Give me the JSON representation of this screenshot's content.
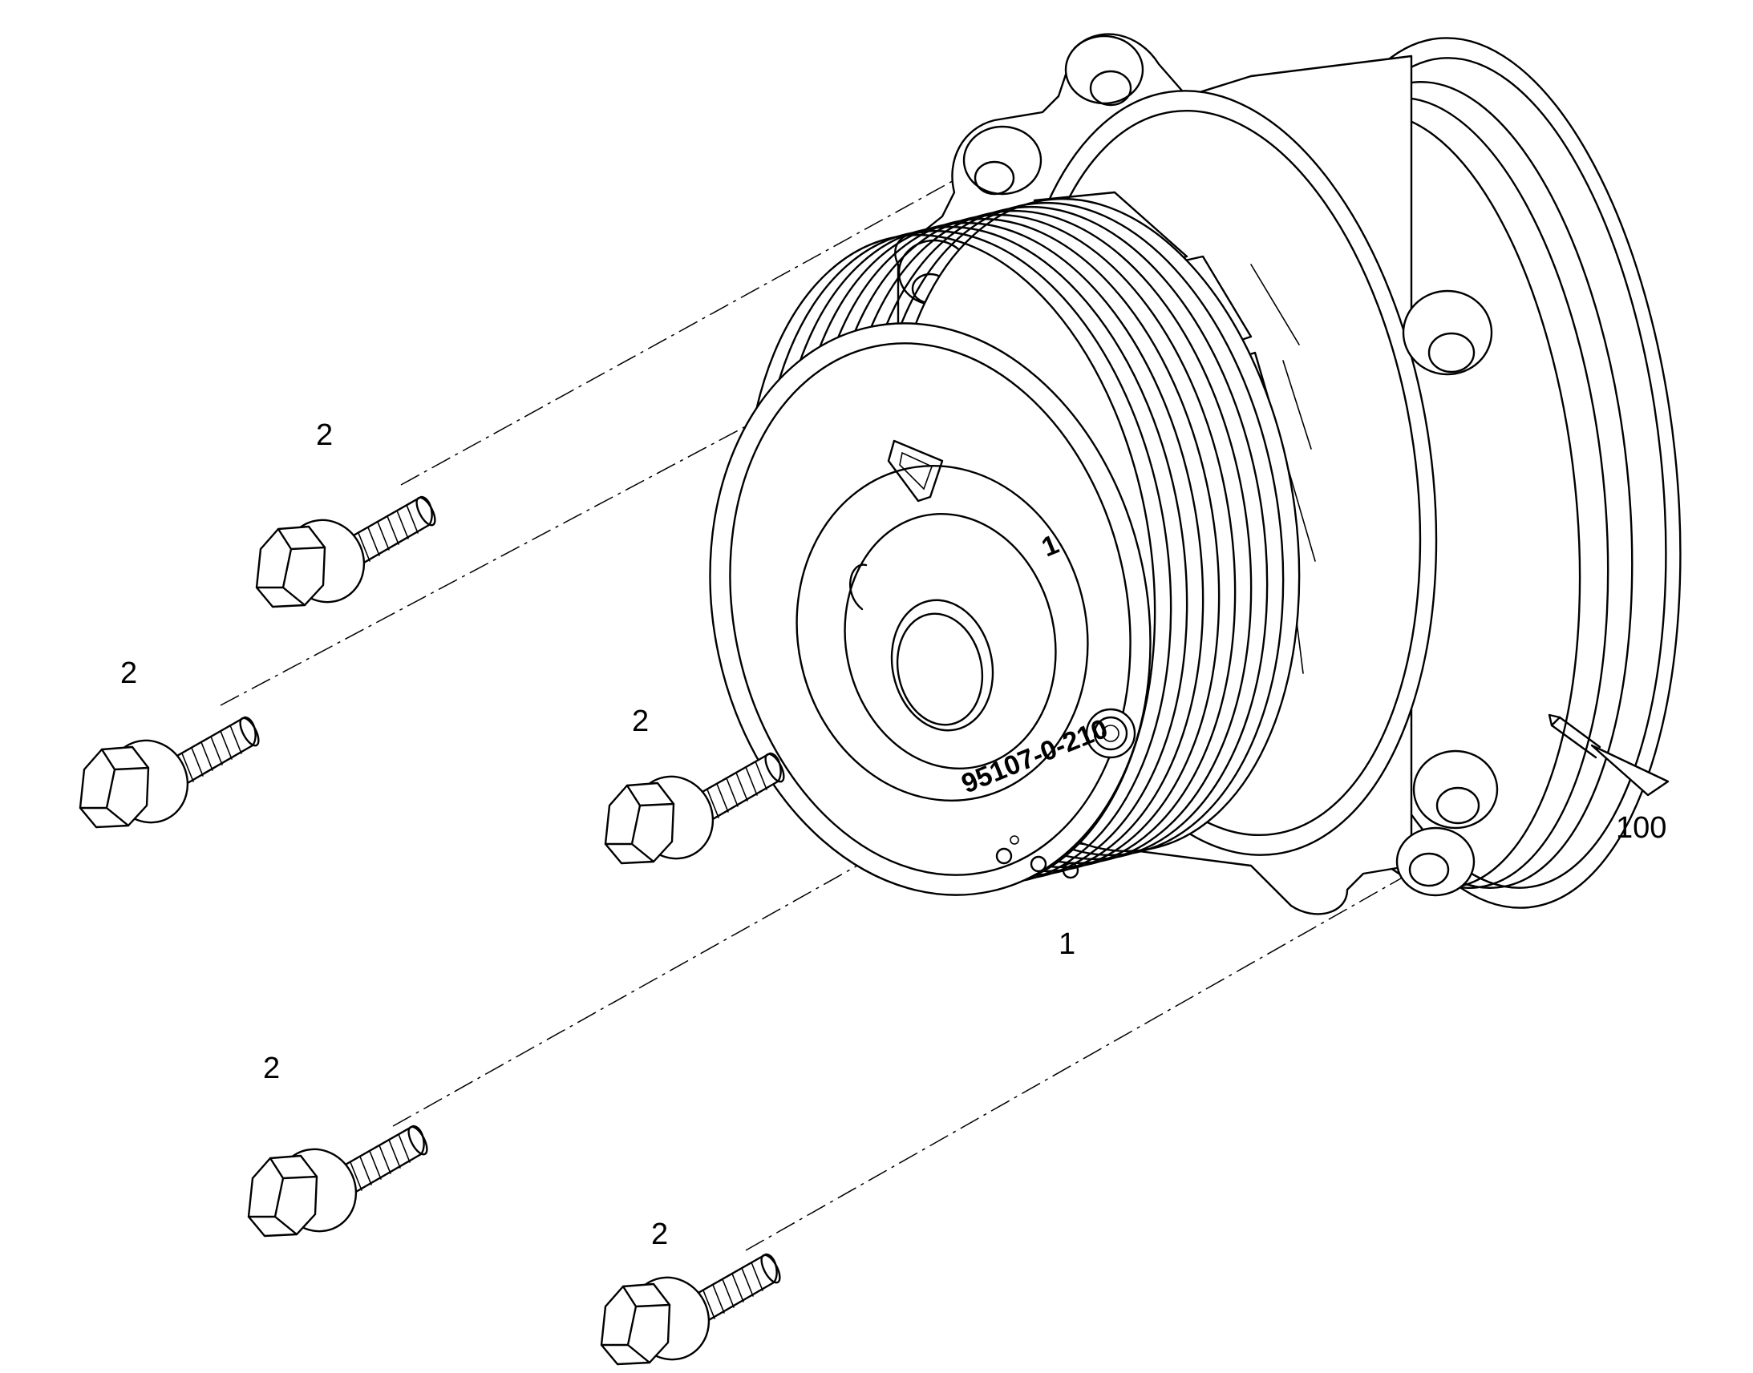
{
  "callouts": {
    "pump": "1",
    "bolt": "2",
    "sealant": "100"
  },
  "casting_marks": {
    "part_number": "95107-0-210",
    "index": "1"
  }
}
